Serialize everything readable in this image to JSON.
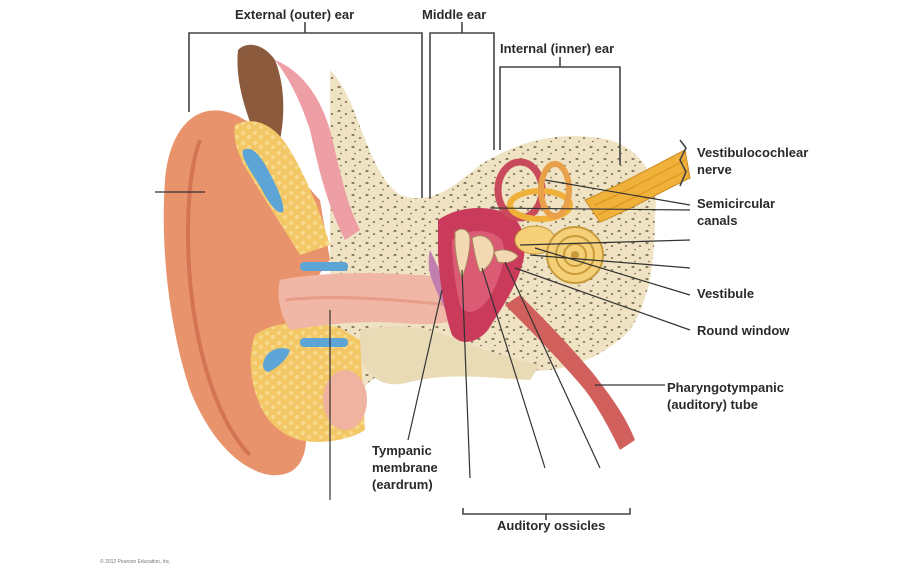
{
  "labels": {
    "external_ear": "External (outer) ear",
    "middle_ear": "Middle ear",
    "internal_ear": "Internal (inner) ear",
    "vestibulocochlear_1": "Vestibulocochlear",
    "vestibulocochlear_2": "nerve",
    "semicircular_1": "Semicircular",
    "semicircular_2": "canals",
    "vestibule": "Vestibule",
    "round_window": "Round window",
    "pharyngo_1": "Pharyngotympanic",
    "pharyngo_2": "(auditory) tube",
    "tympanic_1": "Tympanic",
    "tympanic_2": "membrane",
    "tympanic_3": "(eardrum)",
    "ossicles": "Auditory ossicles"
  },
  "copyright": "© 2012 Pearson Education, Inc.",
  "colors": {
    "skin": "#e9936c",
    "skin_dark": "#c9674a",
    "cartilage": "#f3c766",
    "bone": "#efe3c4",
    "bone_pore": "#8a7c60",
    "canal_pink": "#f1b7a6",
    "cavity": "#c93a5b",
    "blue": "#5da5d6",
    "nerve": "#f0b13a",
    "hair": "#8b5a3c",
    "text": "#2a2a2a"
  }
}
